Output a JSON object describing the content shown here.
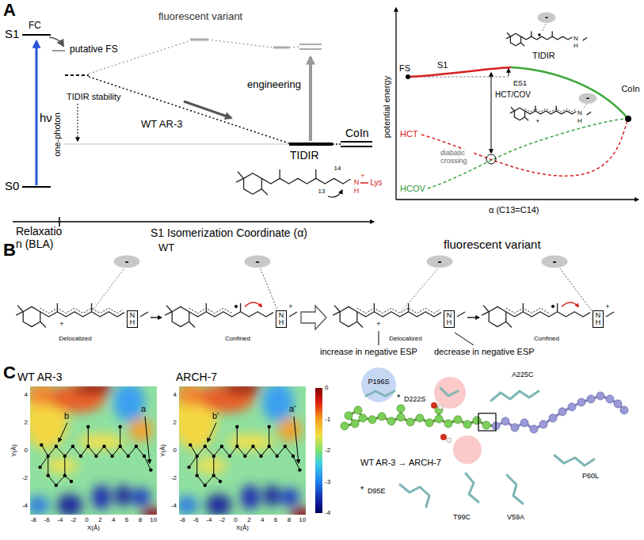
{
  "diagram": {
    "nodes": [
      {
        "text": [
          "-"
        ]
      },
      {
        "text": [
          "-"
        ]
      },
      {
        "text": [
          "-"
        ]
      },
      {
        "text": [
          "N",
          "H"
        ]
      },
      {
        "text": [
          "-"
        ]
      },
      {
        "text": [
          "N",
          "H"
        ]
      },
      {
        "text": [
          "-"
        ]
      },
      {
        "text": [
          "N",
          "H"
        ]
      },
      {
        "text": [
          "-"
        ]
      },
      {
        "text": [
          "N",
          "H"
        ]
      }
    ],
    "edges": [
      {
        "from": 4,
        "to": 5,
        "arrow": "none"
      },
      {
        "from": 8,
        "to": 9,
        "arrow": "none"
      }
    ],
    "labels": [
      "A",
      "S1",
      "FC",
      "S0",
      "hν",
      "one-photon",
      "fluorescent variant",
      "putative FS",
      "TIDIR stability",
      "WT AR-3",
      "engineering",
      "CoIn",
      "TIDIR",
      "13",
      "14",
      "N",
      "H",
      "+",
      "Lys",
      "Relaxatio n (BLA)",
      "S1 Isomerization Coordinate (α)",
      "potential energy",
      "FS",
      "S1",
      "TIDIR",
      "CoIn",
      "ES1",
      "HCT/COV",
      "HCT",
      "HCOV",
      "diabatic crossing",
      "α (C13=C14)",
      "N",
      "H",
      "+",
      "N",
      "H",
      "B",
      "WT",
      "fluorescent variant",
      "+",
      "+",
      "+",
      "+",
      "Delocalized",
      "Confined",
      "Delocalized",
      "Confined",
      "increase in negative ESP",
      "decrease in negative ESP",
      "C",
      "WT AR-3",
      "ARCH-7",
      "4",
      "2",
      "0",
      "-2",
      "-4",
      "Y(Å)",
      "-8",
      "-6",
      "-4",
      "-2",
      "0",
      "2",
      "4",
      "6",
      "8",
      "10",
      "X(Å)",
      "4",
      "2",
      "0",
      "-2",
      "-4",
      "Y(Å)",
      "-8",
      "-6",
      "-4",
      "-2",
      "0",
      "2",
      "4",
      "6",
      "8",
      "10",
      "X(Å)",
      "a",
      "b",
      "a'",
      "b'",
      "0",
      "-1",
      "-2",
      "-3",
      "-4",
      "P196S",
      "*",
      "D222S",
      "A225C",
      "P60L",
      "V59A",
      "T99C",
      "*",
      "D95E",
      "WT AR-3 → ARCH-7"
    ]
  }
}
